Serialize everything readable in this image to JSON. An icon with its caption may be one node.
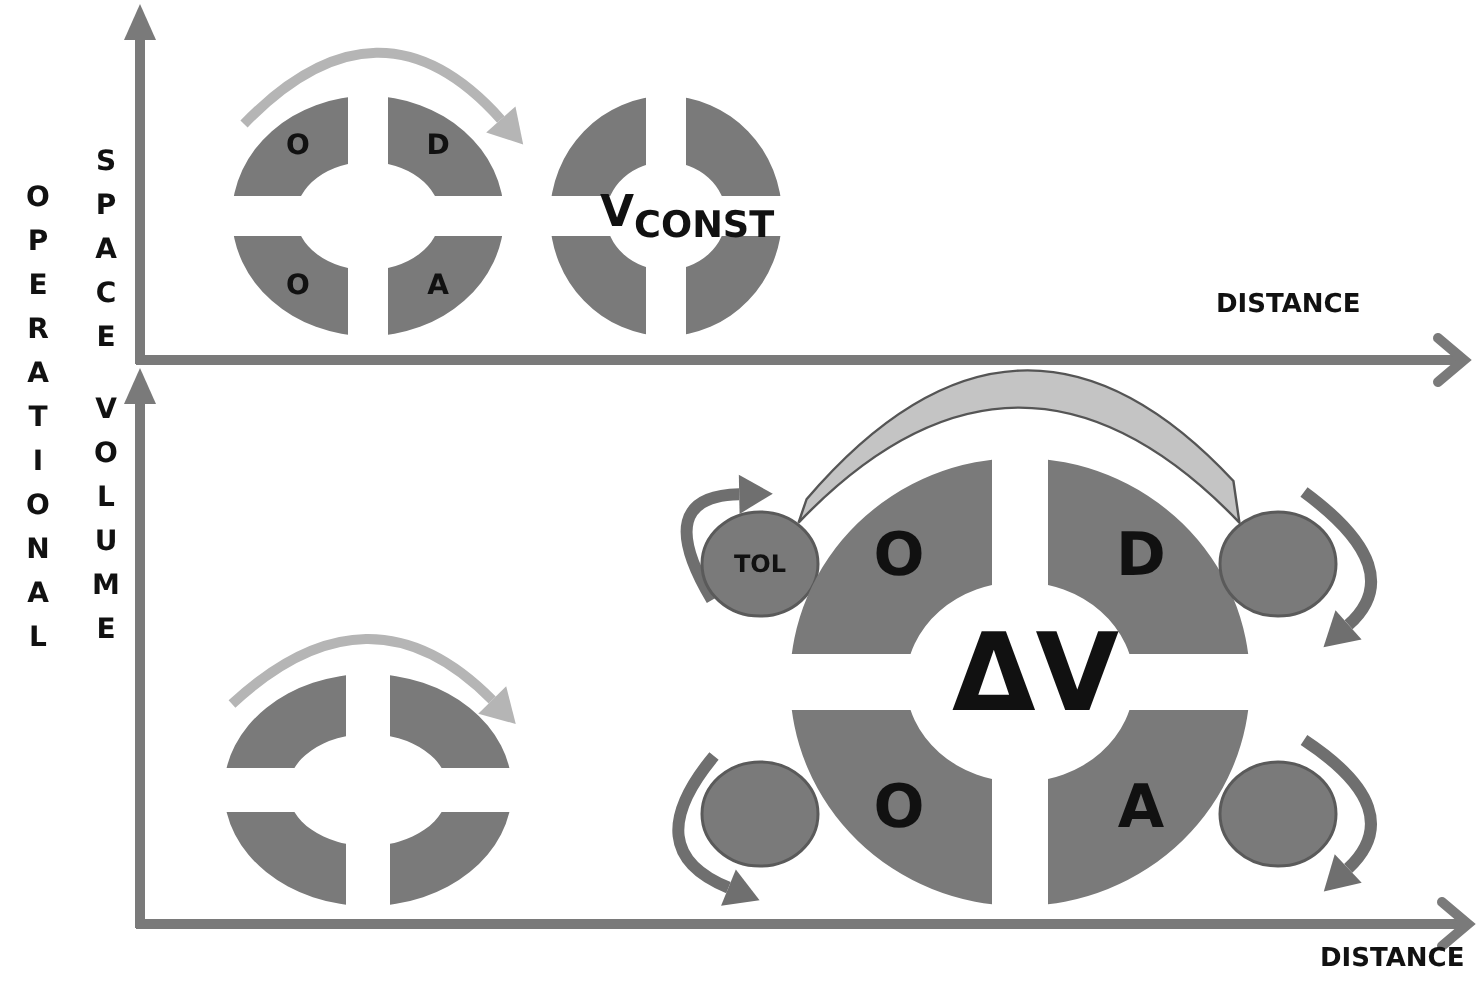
{
  "diagram": {
    "nodes": [
      {
        "text": [
          "O"
        ]
      },
      {
        "text": [
          "D"
        ]
      },
      {
        "text": [
          "O"
        ]
      },
      {
        "text": [
          "A"
        ]
      },
      {
        "text": [],
        "shape": "segment"
      },
      {
        "text": [],
        "shape": "segment"
      },
      {
        "text": [],
        "shape": "segment"
      },
      {
        "text": [],
        "shape": "segment"
      },
      {
        "text": [],
        "shape": "segment"
      },
      {
        "text": [],
        "shape": "segment"
      },
      {
        "text": [],
        "shape": "segment"
      },
      {
        "text": [],
        "shape": "segment"
      },
      {
        "text": [
          "TOL"
        ]
      },
      {
        "text": [
          "O"
        ]
      },
      {
        "text": [
          "D"
        ]
      },
      {
        "text": [
          "O"
        ]
      },
      {
        "text": [
          "A"
        ]
      },
      {
        "text": [],
        "shape": "circle"
      },
      {
        "text": [],
        "shape": "circle"
      },
      {
        "text": [],
        "shape": "circle"
      }
    ],
    "edges": [
      {
        "from": 12,
        "to": 17,
        "arrow": "none"
      }
    ],
    "labels": [
      "OPERATIONAL",
      "SPACE",
      "V$_{CONST}$",
      "DISTANCE",
      "VOLUME",
      "ΔV",
      "DISTANCE"
    ]
  }
}
